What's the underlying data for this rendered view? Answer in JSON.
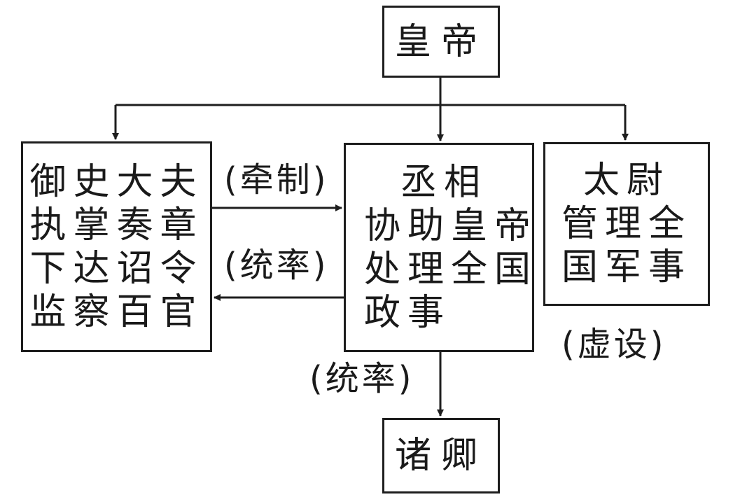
{
  "diagram": {
    "nodes": {
      "emperor": {
        "lines": [
          "皇帝"
        ]
      },
      "censor": {
        "lines": [
          "御史大夫",
          "执掌奏章",
          "下达诏令",
          "监察百官"
        ]
      },
      "chancellor": {
        "lines": [
          "丞相",
          "协助皇帝",
          "处理全国",
          "政事"
        ]
      },
      "commandant": {
        "lines": [
          "太尉",
          "管理全",
          "国军事"
        ]
      },
      "ministers": {
        "lines": [
          "诸卿"
        ]
      }
    },
    "edge_labels": {
      "check": "(牵制)",
      "lead_left": "(统率)",
      "lead_down": "(统率)",
      "nominal": "(虚设)"
    },
    "edges": [
      {
        "from": "emperor",
        "to": "censor"
      },
      {
        "from": "emperor",
        "to": "chancellor"
      },
      {
        "from": "emperor",
        "to": "commandant"
      },
      {
        "from": "censor",
        "to": "chancellor",
        "label": "check"
      },
      {
        "from": "chancellor",
        "to": "censor",
        "label": "lead_left"
      },
      {
        "from": "chancellor",
        "to": "ministers",
        "label": "lead_down"
      }
    ]
  }
}
